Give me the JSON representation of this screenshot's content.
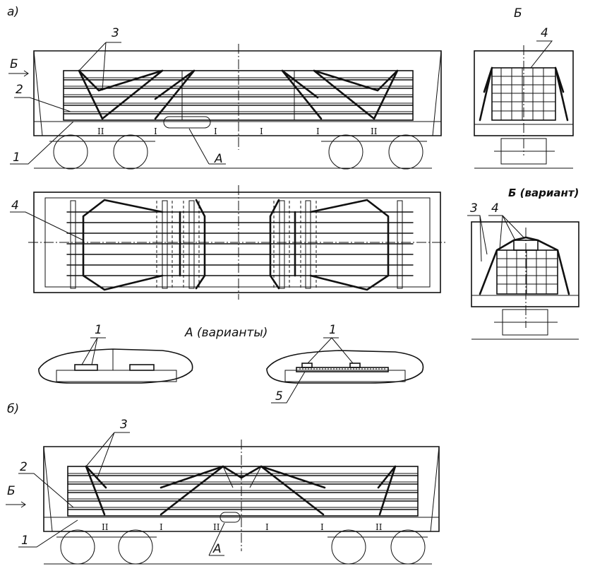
{
  "labels": {
    "part_a": "а)",
    "part_b": "б)",
    "view_b": "Б",
    "view_b_variant": "Б (вариант)",
    "detail_a_variants": "А (варианты)",
    "detail_a": "А",
    "arrow_b": "Б"
  },
  "callouts": {
    "n1": "1",
    "n2": "2",
    "n3": "3",
    "n4": "4",
    "n5": "5"
  },
  "spacers": {
    "I": "I",
    "II": "II"
  }
}
